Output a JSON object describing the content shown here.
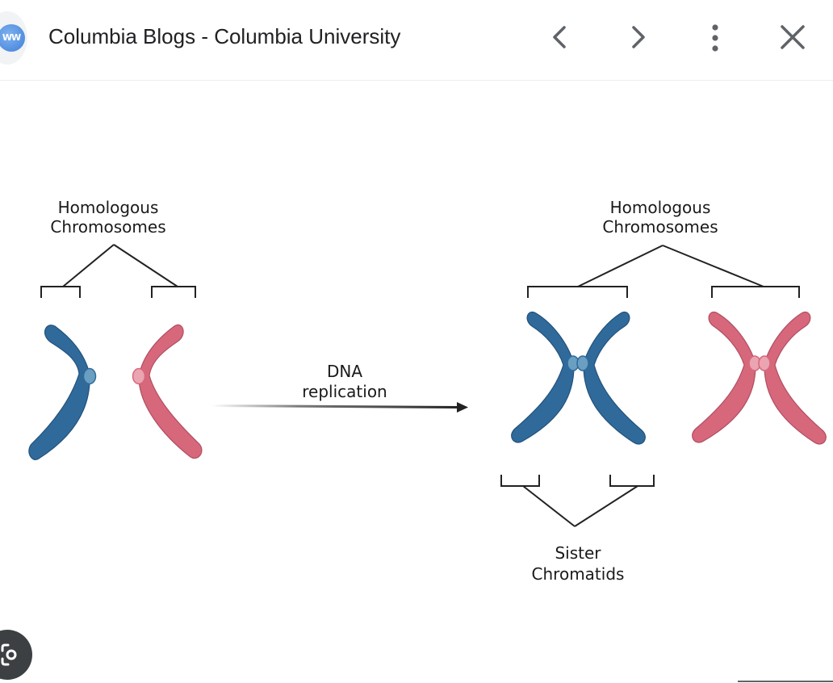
{
  "header": {
    "title": "Columbia Blogs - Columbia University",
    "favicon_text": "WW",
    "icons": [
      "back-icon",
      "forward-icon",
      "more-vert-icon",
      "close-icon"
    ]
  },
  "diagram": {
    "left_label_line1": "Homologous",
    "left_label_line2": "Chromosomes",
    "right_label_line1": "Homologous",
    "right_label_line2": "Chromosomes",
    "arrow_label_line1": "DNA",
    "arrow_label_line2": "replication",
    "bottom_label_line1": "Sister",
    "bottom_label_line2": "Chromatids",
    "colors": {
      "blue": "#2f6a9b",
      "blue_centromere": "#6a9fc2",
      "pink": "#d7677b",
      "pink_centromere": "#eba4b1",
      "line": "#222222"
    }
  },
  "overlay": {
    "lens_icon": "lens-icon"
  }
}
